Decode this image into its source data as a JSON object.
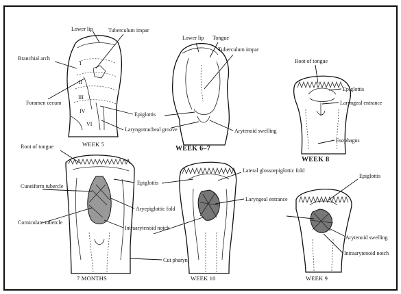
{
  "labels": {
    "lower_lip_w5": "Lower lip",
    "tuberculum_impar_w5": "Tuberculum impar",
    "branchial_arch": "Branchial arch",
    "foramen_cecum": "Foramen cecum",
    "epiglottis_w5": "Epiglottis",
    "laryngotracheal_groove": "Laryngotracheal groove",
    "lower_lip_w67": "Lower lip",
    "tongue": "Tongue",
    "tuberculum_impar_w67": "Tuberculum impar",
    "arytenoid_swelling_w67": "Arytenoid swelling",
    "root_of_tongue_w8": "Root of tongue",
    "epiglottis_w8": "Epiglottis",
    "laryngeal_entrance_w8": "Laryngeal entrance",
    "esophagus": "Esophagus",
    "root_of_tongue_m7": "Root of tongue",
    "cuneiform_tubercle": "Cuneiform tubercle",
    "corniculate_tubercle": "Corniculate tubercle",
    "epiglottis_m7": "Epiglottis",
    "aryepiglottic_fold": "Aryepiglottic fold",
    "interarytenoid_notch_m7": "Intraarytenoid notch",
    "cut_pharyngeal_wall": "Cut pharyngeal wall",
    "lateral_glossoepiglottic_fold": "Lateral glossoepiglottic fold",
    "laryngeal_entrance_w10": "Laryngeal entrance",
    "epiglottis_w9": "Epiglottis",
    "arytenoid_swelling_w9": "Arytenoid swelling",
    "interarytenoid_notch_w9": "Intraarytenoid notch"
  },
  "roman": {
    "i": "I",
    "ii": "II",
    "iii": "III",
    "iv": "IV",
    "vi": "VI"
  },
  "captions": {
    "week5": "WEEK 5",
    "week67": "WEEK 6–7",
    "week8": "WEEK 8",
    "month7": "7 MONTHS",
    "week10": "WEEK 10",
    "week9": "WEEK 9"
  }
}
